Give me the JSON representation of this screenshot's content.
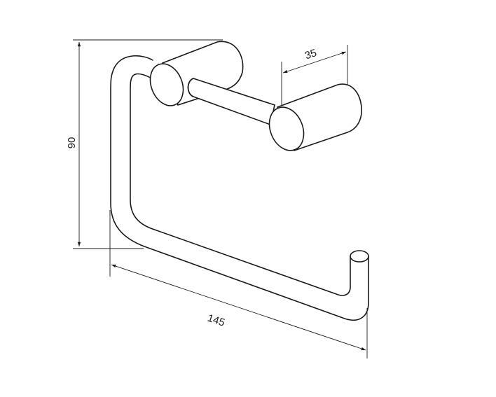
{
  "dimensions": {
    "height": "90",
    "width": "145",
    "projection": "35"
  }
}
